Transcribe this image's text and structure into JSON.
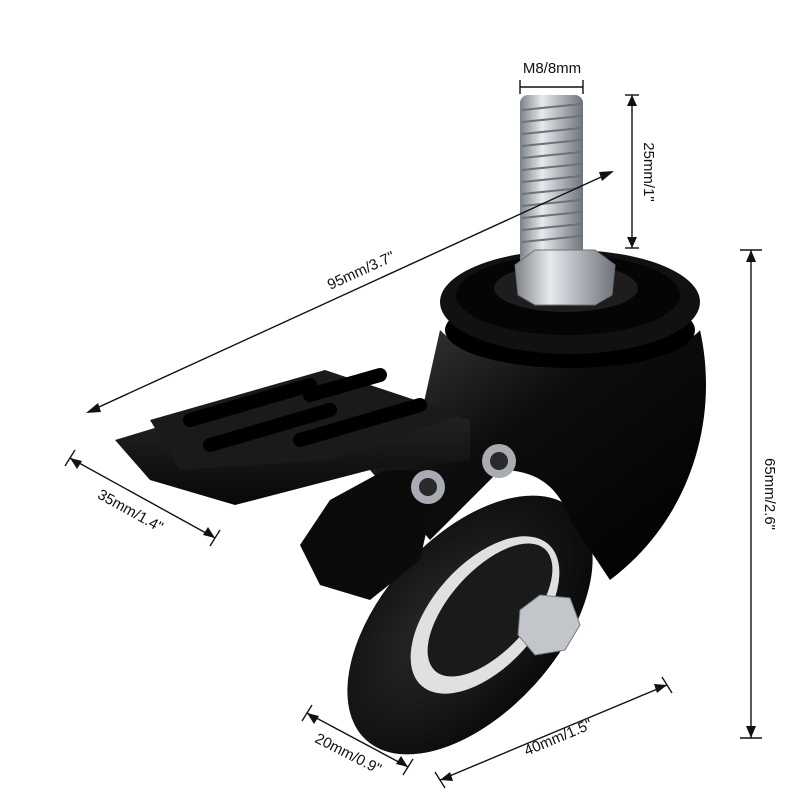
{
  "product": {
    "description": "black swivel caster wheel with brake"
  },
  "dimensions": {
    "thread": "M8/8mm",
    "thread_length": "25mm/1\"",
    "total_length": "95mm/3.7\"",
    "total_height": "65mm/2.6\"",
    "brake_width": "35mm/1.4\"",
    "wheel_width": "20mm/0.9\"",
    "wheel_diameter": "40mm/1.5\""
  },
  "colors": {
    "body": "#0d0d0d",
    "metal": "#b8bcc2",
    "wheel_ring": "#d8d8d8",
    "dimension_lines": "#111111"
  }
}
